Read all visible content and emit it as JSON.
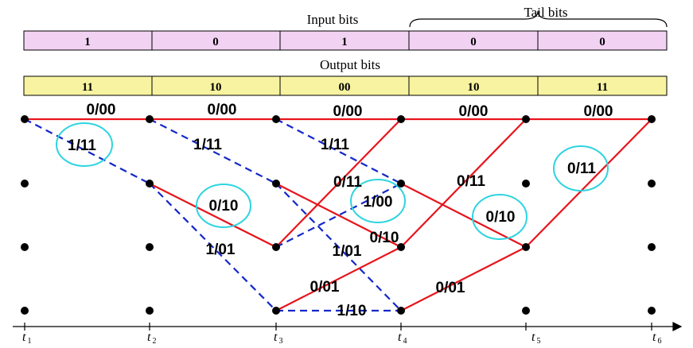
{
  "header": {
    "input_title": "Input bits",
    "tail_title": "Tail bits",
    "output_title": "Output bits",
    "input_bits": [
      "1",
      "0",
      "1",
      "0",
      "0"
    ],
    "output_bits": [
      "11",
      "10",
      "00",
      "10",
      "11"
    ],
    "input_fill": "#F2D2F2",
    "output_fill": "#F7F3A0"
  },
  "trellis": {
    "time_labels": [
      {
        "main": "t",
        "sub": "1"
      },
      {
        "main": "t",
        "sub": "2"
      },
      {
        "main": "t",
        "sub": "3"
      },
      {
        "main": "t",
        "sub": "4"
      },
      {
        "main": "t",
        "sub": "5"
      },
      {
        "main": "t",
        "sub": "6"
      }
    ],
    "states": 4,
    "edge_labels": {
      "zero_path": "0/00",
      "e1": "1/11",
      "e2": "1/11",
      "e3": "1/11",
      "e4": "0/11",
      "e5": "1/00",
      "e6": "0/11",
      "e7": "0/11",
      "e8": "0/10",
      "e9": "0/10",
      "e10": "0/10",
      "e11": "1/01",
      "e12": "1/01",
      "e13": "0/01",
      "e14": "0/01",
      "e15": "1/10"
    },
    "colors": {
      "solid": "#E8141C",
      "dashed": "#1428C8",
      "circle": "#2ED4E0"
    }
  }
}
